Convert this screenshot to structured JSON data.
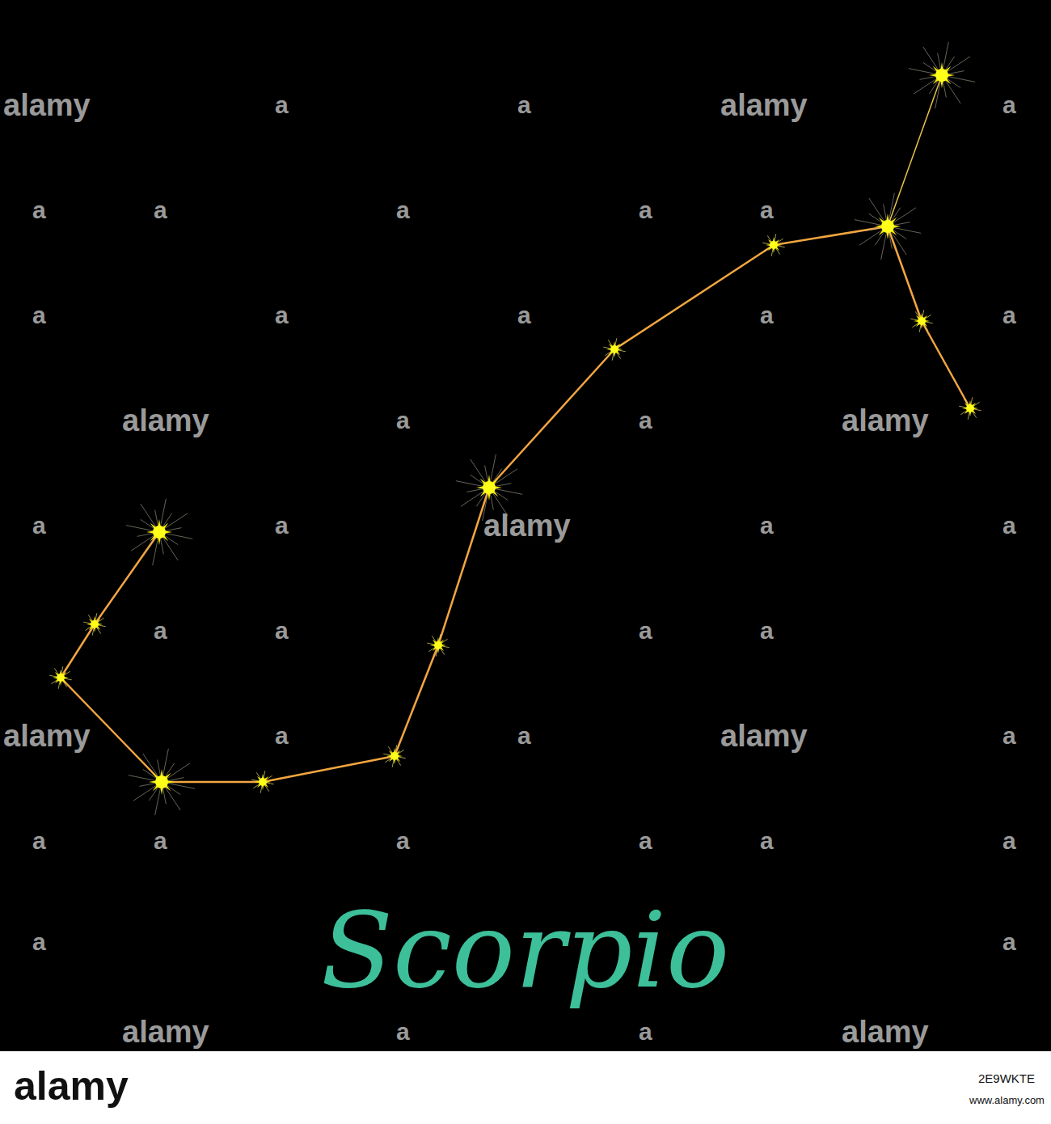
{
  "diagram": {
    "title": "Scorpio",
    "labels": [
      "alamy",
      "a",
      "a",
      "alamy",
      "a",
      "a",
      "a",
      "a",
      "a",
      "a",
      "a",
      "a",
      "a",
      "a",
      "a",
      "alamy",
      "a",
      "a",
      "alamy",
      "a",
      "a",
      "alamy",
      "a",
      "a",
      "a",
      "a",
      "a",
      "a",
      "alamy",
      "a",
      "a",
      "alamy",
      "a",
      "a",
      "a",
      "a",
      "a",
      "a",
      "a",
      "a",
      "a",
      "alamy",
      "a",
      "a",
      "alamy",
      "alamy",
      "2E9WKTE",
      "www.alamy.com"
    ]
  }
}
